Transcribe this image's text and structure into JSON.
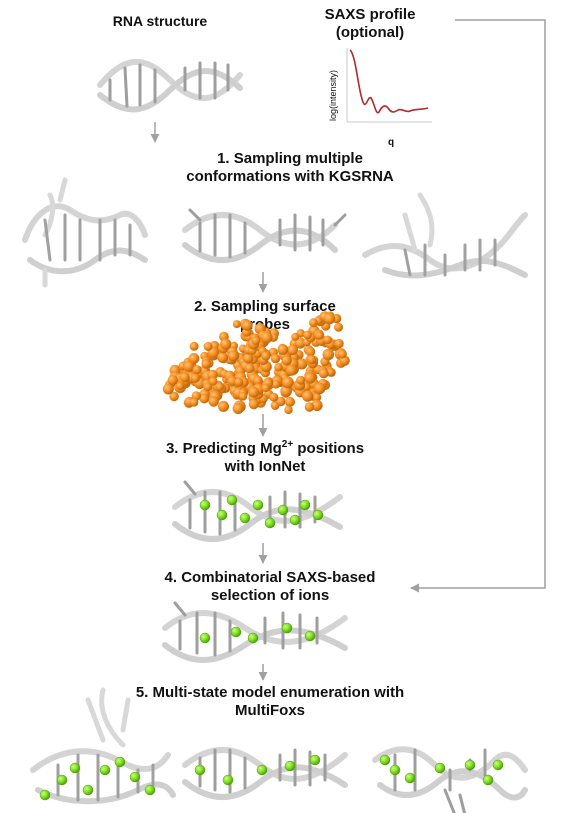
{
  "inputs": {
    "rna_structure": "RNA structure",
    "saxs_title_line1": "SAXS profile",
    "saxs_title_line2": "(optional)",
    "saxs_plot": {
      "ylabel": "log(intensity)",
      "xlabel": "q",
      "curve_color": "#b02a2a"
    }
  },
  "steps": [
    {
      "line1": "1. Sampling multiple",
      "line2": "conformations with KGSRNA"
    },
    {
      "line1": "2. Sampling surface",
      "line2": "probes"
    },
    {
      "line1_pre": "3. Predicting Mg",
      "line1_sup": "2+",
      "line1_post": " positions",
      "line2": "with IonNet"
    },
    {
      "line1": "4. Combinatorial SAXS-based",
      "line2": "selection of ions"
    },
    {
      "line1": "5. Multi-state model enumeration with",
      "line2": "MultiFoxs"
    }
  ],
  "colors": {
    "arrow": "#a0a0a0",
    "rna": "#d9d9d9",
    "probe": "#f28c1c",
    "ion": "#7ddc1f"
  }
}
